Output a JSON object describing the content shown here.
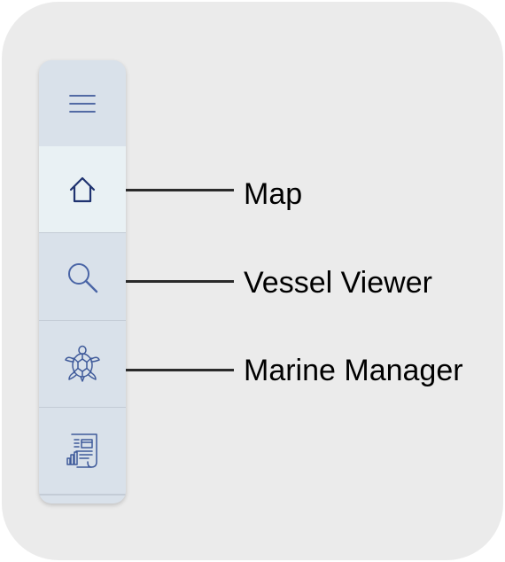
{
  "rail": {
    "items": [
      {
        "icon": "hamburger-menu-icon",
        "active": false
      },
      {
        "icon": "home-icon",
        "active": true,
        "label": "Map"
      },
      {
        "icon": "search-icon",
        "active": false,
        "label": "Vessel Viewer"
      },
      {
        "icon": "turtle-icon",
        "active": false,
        "label": "Marine Manager"
      },
      {
        "icon": "report-document-icon",
        "active": false
      }
    ]
  },
  "labels": {
    "map": "Map",
    "vessel_viewer": "Vessel Viewer",
    "marine_manager": "Marine Manager"
  },
  "colors": {
    "icon": "#3f5a9a",
    "home_icon": "#1f3370",
    "rail_background": "#d9e1ea",
    "active_background": "#e9f1f4",
    "card_background": "#ebebeb"
  }
}
